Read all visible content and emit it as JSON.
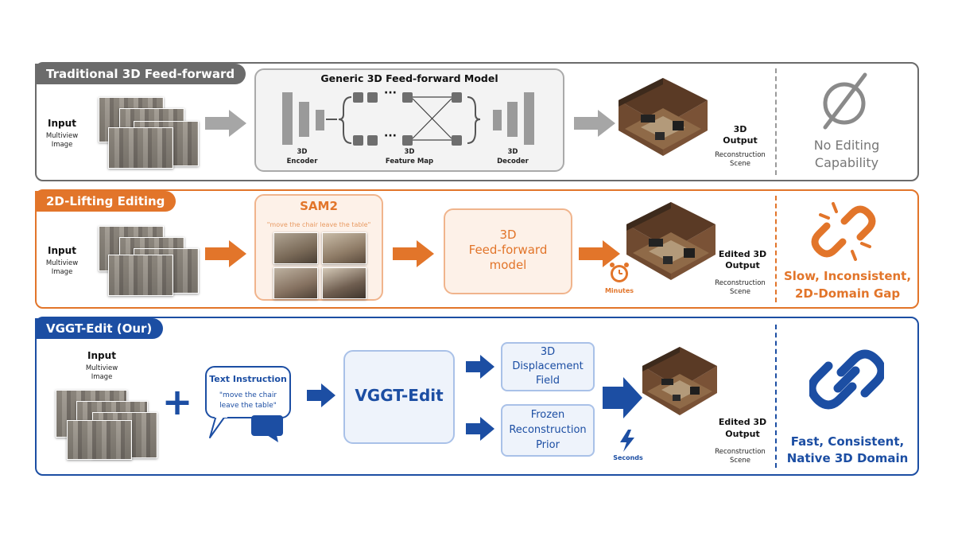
{
  "rows": {
    "traditional": {
      "tag": "Traditional 3D Feed-forward",
      "input_title": "Input",
      "input_sub1": "Multiview",
      "input_sub2": "Image",
      "model_title": "Generic 3D Feed-forward Model",
      "encoder_l1": "3D",
      "encoder_l2": "Encoder",
      "feature_l1": "3D",
      "feature_l2": "Feature Map",
      "decoder_l1": "3D",
      "decoder_l2": "Decoder",
      "dots1": "···",
      "dots2": "···",
      "output_l1": "3D",
      "output_l2": "Output",
      "output_sub1": "Reconstruction",
      "output_sub2": "Scene",
      "result_l1": "No Editing",
      "result_l2": "Capability",
      "color": "#6b6b6b"
    },
    "lifting": {
      "tag": "2D-Lifting Editing",
      "input_title": "Input",
      "input_sub1": "Multiview",
      "input_sub2": "Image",
      "sam_title": "SAM2",
      "sam_prompt": "\"move the chair leave the table\"",
      "model_l1": "3D",
      "model_l2": "Feed-forward",
      "model_l3": "model",
      "time_label": "Minutes",
      "output_l1": "Edited 3D",
      "output_l2": "Output",
      "output_sub1": "Reconstruction",
      "output_sub2": "Scene",
      "result_l1": "Slow, Inconsistent,",
      "result_l2": "2D-Domain Gap",
      "color": "#e2752a"
    },
    "ours": {
      "tag": "VGGT-Edit (Our)",
      "input_title": "Input",
      "input_sub1": "Multiview",
      "input_sub2": "Image",
      "plus": "+",
      "instr_title": "Text Instruction",
      "instr_l1": "\"move the chair",
      "instr_l2": "leave the table\"",
      "model": "VGGT-Edit",
      "disp_l1": "3D",
      "disp_l2": "Displacement",
      "disp_l3": "Field",
      "prior_l1": "Frozen",
      "prior_l2": "Reconstruction",
      "prior_l3": "Prior",
      "time_label": "Seconds",
      "output_l1": "Edited 3D",
      "output_l2": "Output",
      "output_sub1": "Reconstruction",
      "output_sub2": "Scene",
      "result_l1": "Fast, Consistent,",
      "result_l2": "Native 3D Domain",
      "color": "#1c4ea3"
    }
  },
  "icons": {
    "empty_set": "empty-set-icon",
    "broken_link": "broken-link-icon",
    "link": "link-icon",
    "alarm": "alarm-clock-icon",
    "lightning": "lightning-icon",
    "speech": "speech-bubble-icon"
  }
}
